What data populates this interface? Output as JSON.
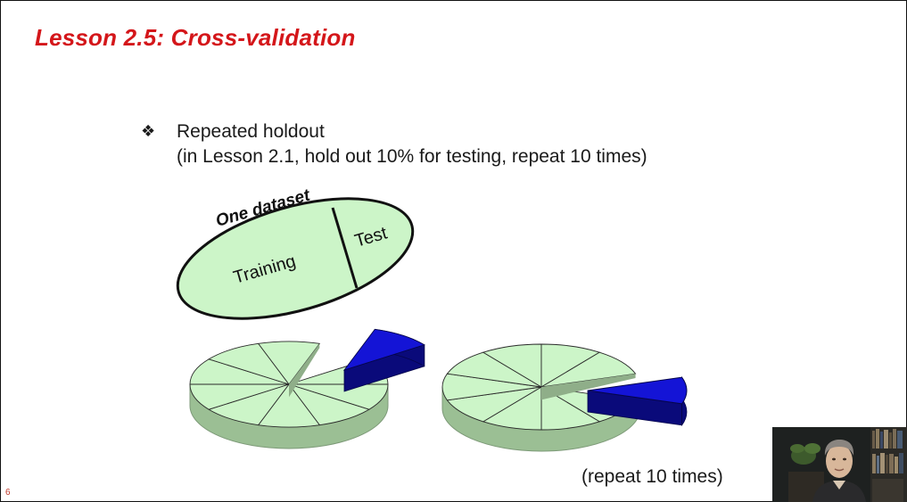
{
  "slide": {
    "title": "Lesson 2.5: Cross-validation",
    "bullet": {
      "icon": "four-diamond-bullet-icon",
      "glyph": "❖",
      "text": "Repeated holdout",
      "subtext": "(in Lesson 2.1, hold out 10% for testing, repeat 10 times)"
    },
    "diagram": {
      "dataset_label": "One dataset",
      "training_label": "Training",
      "test_label": "Test",
      "colors": {
        "training_fill": "#ccf5c8",
        "training_side": "#9bbf94",
        "test_fill": "#1414d6",
        "test_side": "#0a0a7a",
        "outline": "#111111"
      }
    },
    "repeat_label": "(repeat 10 times)",
    "slide_number": "6",
    "title_color": "#d4161a"
  },
  "presenter_video": {
    "description_icon": "presenter-webcam-thumbnail"
  }
}
